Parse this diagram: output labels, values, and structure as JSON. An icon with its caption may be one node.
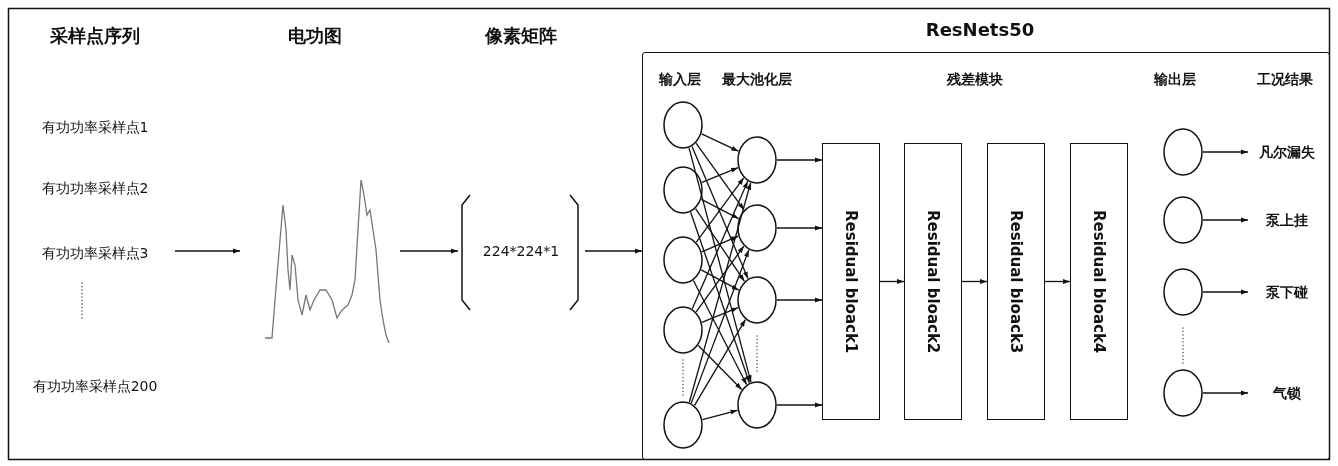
{
  "diagram": {
    "nodes": [
      {
        "text": [
          "采样点序列",
          "有功功率采样点1",
          "有功功率采样点2",
          "有功功率采样点3",
          "有功功率采样点200"
        ]
      },
      {
        "text": [
          "电功图"
        ]
      },
      {
        "text": [
          "像素矩阵",
          "224*224*1"
        ]
      },
      {
        "text": [
          "ResNets50"
        ]
      },
      {
        "text": [],
        "shape": "circle",
        "in": 3
      },
      {
        "text": [],
        "shape": "circle",
        "in": 3
      },
      {
        "text": [],
        "shape": "circle",
        "in": 3
      },
      {
        "text": [],
        "shape": "circle",
        "in": 3
      },
      {
        "text": [],
        "shape": "circle",
        "in": 3
      },
      {
        "text": [],
        "shape": "circle",
        "in": 3
      },
      {
        "text": [],
        "shape": "circle",
        "in": 3
      },
      {
        "text": [],
        "shape": "circle",
        "in": 3
      },
      {
        "text": [],
        "shape": "circle",
        "in": 3
      },
      {
        "text": [
          "Residual bloack1"
        ],
        "in": 3
      },
      {
        "text": [
          "Residual bloack2"
        ],
        "in": 3
      },
      {
        "text": [
          "Residual bloack3"
        ],
        "in": 3
      },
      {
        "text": [
          "Residual bloack4"
        ],
        "in": 3
      },
      {
        "text": [],
        "shape": "circle",
        "in": 3
      },
      {
        "text": [],
        "shape": "circle",
        "in": 3
      },
      {
        "text": [],
        "shape": "circle",
        "in": 3
      },
      {
        "text": [],
        "shape": "circle",
        "in": 3
      },
      {
        "text": [
          "凡尔漏失"
        ],
        "in": 3
      },
      {
        "text": [
          "泵上挂"
        ],
        "in": 3
      },
      {
        "text": [
          "泵下碰"
        ],
        "in": 3
      },
      {
        "text": [
          "气锁"
        ],
        "in": 3
      }
    ],
    "edges": [
      {
        "from": 0,
        "to": 1,
        "arrow": "to"
      },
      {
        "from": 1,
        "to": 2,
        "arrow": "to"
      },
      {
        "from": 2,
        "to": 3,
        "arrow": "to"
      },
      {
        "from": 4,
        "to": 9,
        "arrow": "to"
      },
      {
        "from": 4,
        "to": 10,
        "arrow": "to"
      },
      {
        "from": 4,
        "to": 11,
        "arrow": "to"
      },
      {
        "from": 4,
        "to": 12,
        "arrow": "to"
      },
      {
        "from": 5,
        "to": 9,
        "arrow": "to"
      },
      {
        "from": 5,
        "to": 10,
        "arrow": "to"
      },
      {
        "from": 5,
        "to": 11,
        "arrow": "to"
      },
      {
        "from": 5,
        "to": 12,
        "arrow": "to"
      },
      {
        "from": 6,
        "to": 9,
        "arrow": "to"
      },
      {
        "from": 6,
        "to": 10,
        "arrow": "to"
      },
      {
        "from": 6,
        "to": 11,
        "arrow": "to"
      },
      {
        "from": 6,
        "to": 12,
        "arrow": "to"
      },
      {
        "from": 7,
        "to": 9,
        "arrow": "to"
      },
      {
        "from": 7,
        "to": 10,
        "arrow": "to"
      },
      {
        "from": 7,
        "to": 11,
        "arrow": "to"
      },
      {
        "from": 7,
        "to": 12,
        "arrow": "to"
      },
      {
        "from": 8,
        "to": 9,
        "arrow": "to"
      },
      {
        "from": 8,
        "to": 10,
        "arrow": "to"
      },
      {
        "from": 8,
        "to": 11,
        "arrow": "to"
      },
      {
        "from": 8,
        "to": 12,
        "arrow": "to"
      },
      {
        "from": 9,
        "to": 13,
        "arrow": "to"
      },
      {
        "from": 10,
        "to": 13,
        "arrow": "to"
      },
      {
        "from": 11,
        "to": 13,
        "arrow": "to"
      },
      {
        "from": 12,
        "to": 13,
        "arrow": "to"
      },
      {
        "from": 13,
        "to": 14,
        "arrow": "to"
      },
      {
        "from": 14,
        "to": 15,
        "arrow": "to"
      },
      {
        "from": 15,
        "to": 16,
        "arrow": "to"
      },
      {
        "from": 17,
        "to": 21,
        "arrow": "to"
      },
      {
        "from": 18,
        "to": 22,
        "arrow": "to"
      },
      {
        "from": 19,
        "to": 23,
        "arrow": "to"
      },
      {
        "from": 20,
        "to": 24,
        "arrow": "to"
      }
    ],
    "labels": [
      "输入层",
      "最大池化层",
      "残差模块",
      "输出层",
      "工况结果"
    ]
  }
}
